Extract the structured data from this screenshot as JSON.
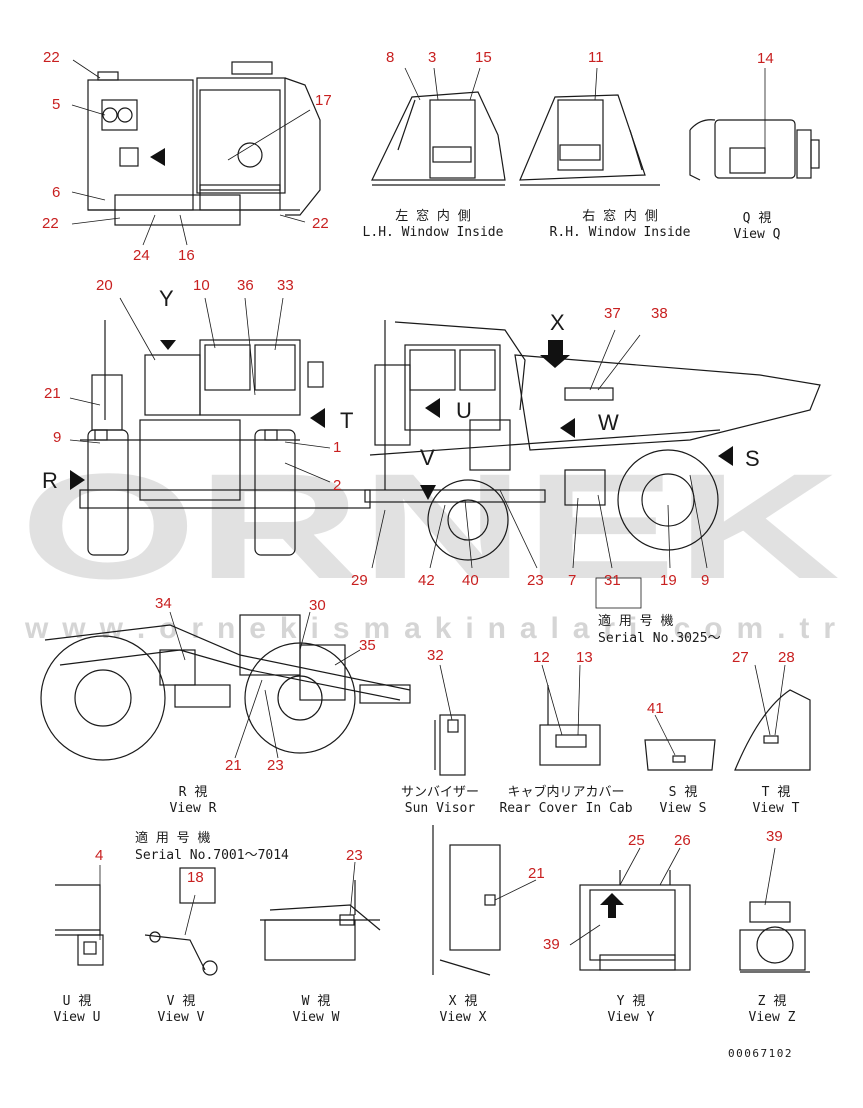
{
  "watermark": {
    "text": "ORNEK",
    "url": "w w w . o r n e k i s m a k i n a l a r i . c o m . t r"
  },
  "doc_number": "00067102",
  "part_callouts": [
    "22",
    "5",
    "6",
    "22",
    "24",
    "16",
    "22",
    "17",
    "8",
    "3",
    "15",
    "11",
    "14",
    "20",
    "10",
    "36",
    "33",
    "21",
    "9",
    "1",
    "2",
    "37",
    "38",
    "29",
    "42",
    "40",
    "23",
    "7",
    "31",
    "19",
    "9",
    "34",
    "30",
    "35",
    "21",
    "23",
    "32",
    "12",
    "13",
    "41",
    "27",
    "28",
    "4",
    "18",
    "23",
    "21",
    "25",
    "26",
    "39",
    "39"
  ],
  "views": [
    {
      "key": "lh_window",
      "jp": "左 窓 内 側",
      "label": "L.H. Window Inside"
    },
    {
      "key": "rh_window",
      "jp": "右 窓 内 側",
      "label": "R.H. Window Inside"
    },
    {
      "key": "view_q",
      "jp": "Q  視",
      "label": "View Q"
    },
    {
      "key": "view_r",
      "jp": "R  視",
      "label": "View R"
    },
    {
      "key": "sun_visor",
      "jp": "サンバイザー",
      "label": "Sun Visor"
    },
    {
      "key": "rear_cover",
      "jp": "キャブ内リアカバー",
      "label": "Rear Cover In Cab"
    },
    {
      "key": "view_s",
      "jp": "S  視",
      "label": "View S"
    },
    {
      "key": "view_t",
      "jp": "T  視",
      "label": "View T"
    },
    {
      "key": "view_u",
      "jp": "U  視",
      "label": "View U"
    },
    {
      "key": "view_v",
      "jp": "V  視",
      "label": "View V"
    },
    {
      "key": "view_w",
      "jp": "W  視",
      "label": "View W"
    },
    {
      "key": "view_x",
      "jp": "X  視",
      "label": "View X"
    },
    {
      "key": "view_y",
      "jp": "Y  視",
      "label": "View Y"
    },
    {
      "key": "view_z",
      "jp": "Z  視",
      "label": "View Z"
    }
  ],
  "serial_notes": [
    {
      "jp": "適 用 号 機",
      "text": "Serial No.3025～"
    },
    {
      "jp": "適 用 号 機",
      "text": "Serial No.7001～7014"
    }
  ],
  "arrow_letters": [
    "Y",
    "X",
    "T",
    "R",
    "S",
    "U",
    "V",
    "W"
  ],
  "colors": {
    "callout": "#c82020",
    "line": "#1a1a1a",
    "watermark": "#d9d9d9",
    "text": "#1a1a1a"
  }
}
